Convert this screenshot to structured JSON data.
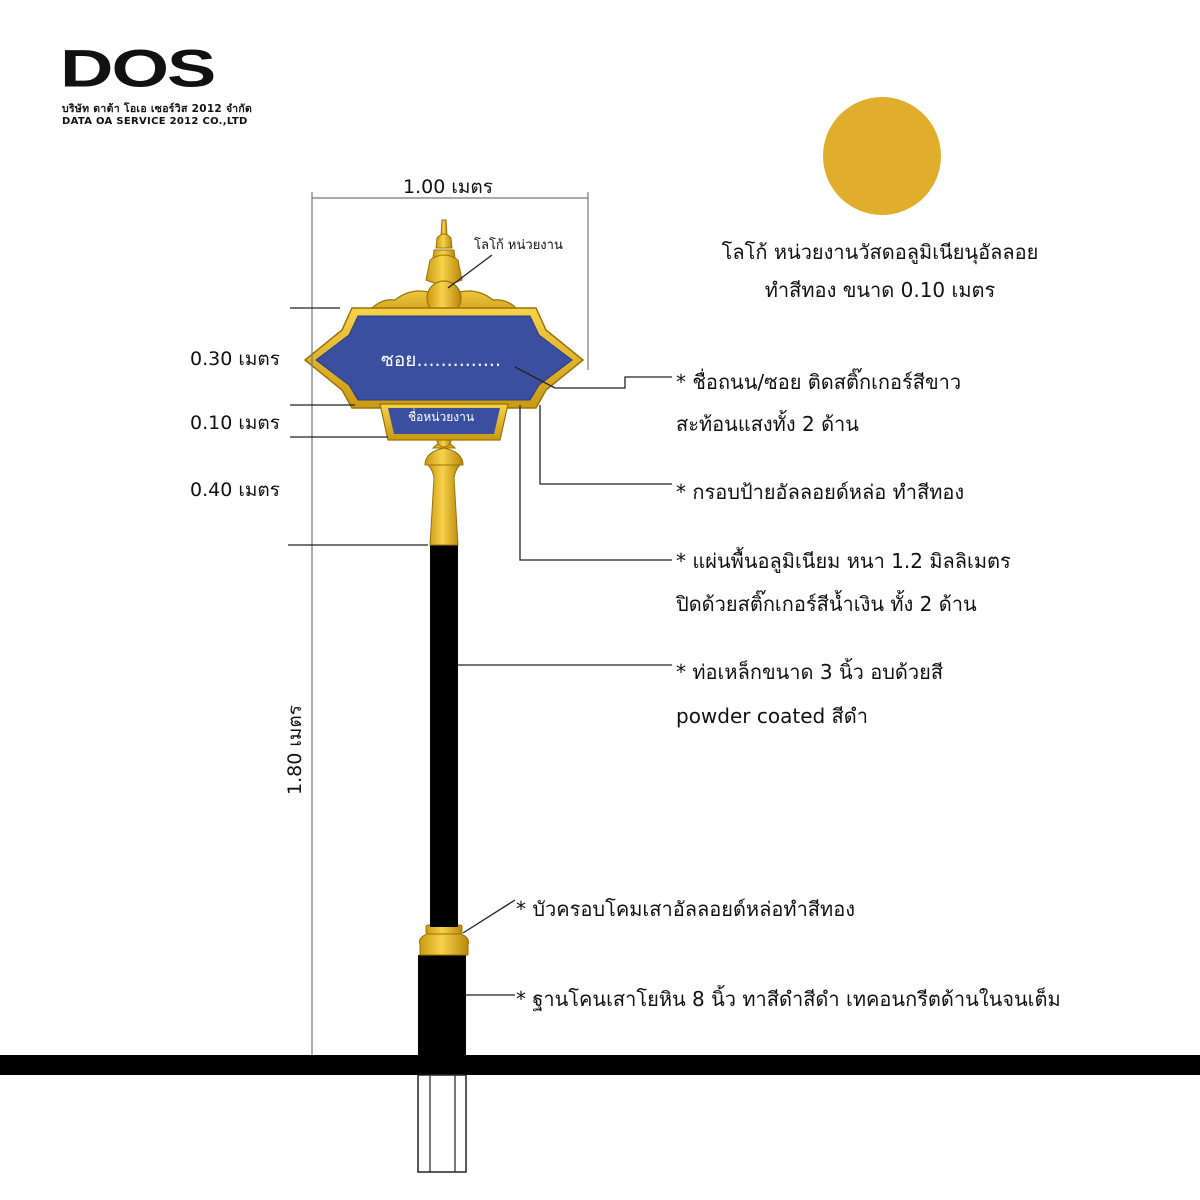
{
  "brand": {
    "logo": "DOS",
    "company_th": "บริษัท ดาต้า โอเอ เซอร์วิส 2012 จำกัด",
    "company_en": "DATA OA SERVICE 2012 CO.,LTD"
  },
  "colors": {
    "gold": "#E5B82A",
    "gold_dark": "#B88A10",
    "sign_blue": "#3A4FA0",
    "pole_black": "#000000"
  },
  "sign": {
    "main_text": "ซอย..............",
    "sub_text": "ชื่อหน่วยงาน",
    "logo_label": "โลโก้ หน่วยงาน"
  },
  "dimensions": {
    "width": "1.00 เมตร",
    "sign_height": "0.30 เมตร",
    "sub_height": "0.10 เมตร",
    "neck_height": "0.40 เมตร",
    "pole_height": "1.80 เมตร"
  },
  "logo_note": {
    "line1": "โลโก้ หน่วยงานวัสดอลูมิเนียนุอัลลอย",
    "line2": "ทำสีทอง ขนาด 0.10 เมตร"
  },
  "callouts": [
    {
      "line1": "* ชื่อถนน/ซอย ติดสติ๊กเกอร์สีขาว",
      "line2": "สะท้อนแสงทั้ง 2 ด้าน"
    },
    {
      "line1": "* กรอบป้ายอัลลอยด์หล่อ ทำสีทอง",
      "line2": ""
    },
    {
      "line1": "* แผ่นพื้นอลูมิเนียม หนา 1.2 มิลลิเมตร",
      "line2": "ปิดด้วยสติ๊กเกอร์สีน้ำเงิน ทั้ง 2 ด้าน"
    },
    {
      "line1": "* ท่อเหล็กขนาด 3 นิ้ว อบด้วยสี",
      "line2": "powder coated สีดำ"
    },
    {
      "line1": "* บัวครอบโคมเสาอัลลอยด์หล่อทำสีทอง",
      "line2": ""
    },
    {
      "line1": "* ฐานโคนเสาโยหิน 8 นิ้ว ทาสีดำสีดำ เทคอนกรีตด้านในจนเต็ม",
      "line2": ""
    }
  ]
}
